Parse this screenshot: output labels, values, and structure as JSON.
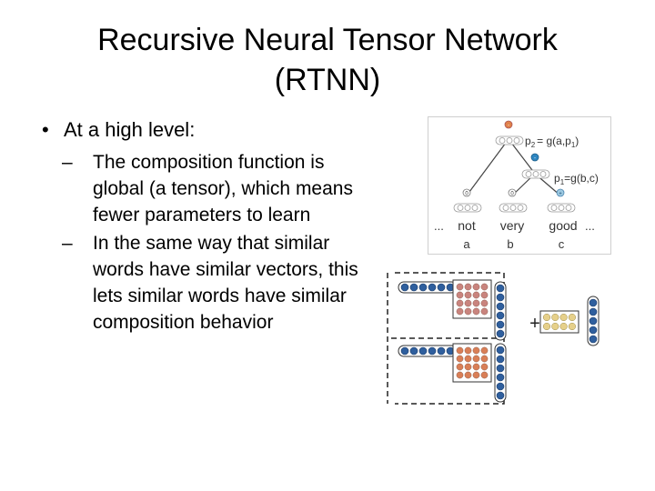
{
  "slide": {
    "title_line1": "Recursive Neural Tensor Network",
    "title_line2": "(RTNN)",
    "bullet": {
      "marker": "•",
      "text": "At a high level:"
    },
    "sub_marker": "–",
    "subbullets": [
      "The composition function is global (a tensor), which means fewer parameters to learn",
      "In the same way that similar words have similar vectors, this lets similar words have similar composition behavior"
    ]
  },
  "tree_figure": {
    "p2_label": "p",
    "p2_sub": "2",
    "p2_eq": "= g(a,p",
    "p2_eq_sub": "1",
    "p2_eq_end": ")",
    "p1_label": "p",
    "p1_sub": "1",
    "p1_eq": "=g(b,c)",
    "root_node_label": "-",
    "p1_node_label": "-",
    "node_labels": [
      "0",
      "0",
      "+"
    ],
    "words": [
      "not",
      "very",
      "good"
    ],
    "ellipsis_left": "...",
    "ellipsis_right": "...",
    "letters": [
      "a",
      "b",
      "c"
    ],
    "colors": {
      "root_node": "#e0824a",
      "p1_node": "#2e86c1",
      "leaf_node": "#ffffff",
      "leaf_plus": "#9ecae1",
      "line": "#444444"
    }
  },
  "tensor_figure": {
    "plus_sign": "+",
    "colors": {
      "vector_blue": "#2f5f9e",
      "matrix_top": "#c9847e",
      "matrix_bottom": "#d97f57",
      "bias": "#e6d08a",
      "dash": "#222222"
    }
  }
}
